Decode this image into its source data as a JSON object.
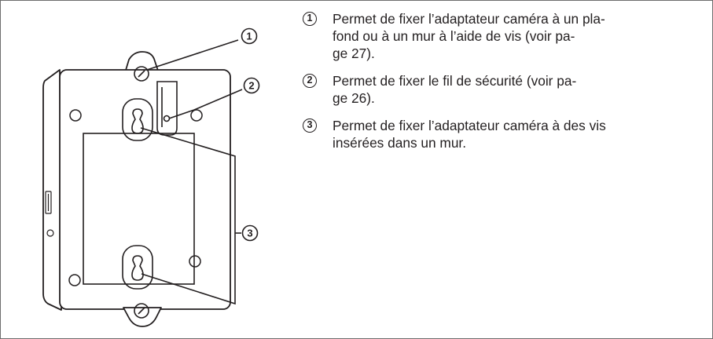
{
  "callouts": [
    "1",
    "2",
    "3"
  ],
  "legend": {
    "items": [
      {
        "number": "1",
        "text": "Permet de fixer l’adaptateur caméra à un pla-\nfond ou à un mur à l’aide de vis (voir pa-\nge 27)."
      },
      {
        "number": "2",
        "text": "Permet de fixer le fil de sécurité (voir pa-\nge 26)."
      },
      {
        "number": "3",
        "text": "Permet de fixer l’adaptateur caméra à des vis\ninsérées dans un mur."
      }
    ]
  }
}
